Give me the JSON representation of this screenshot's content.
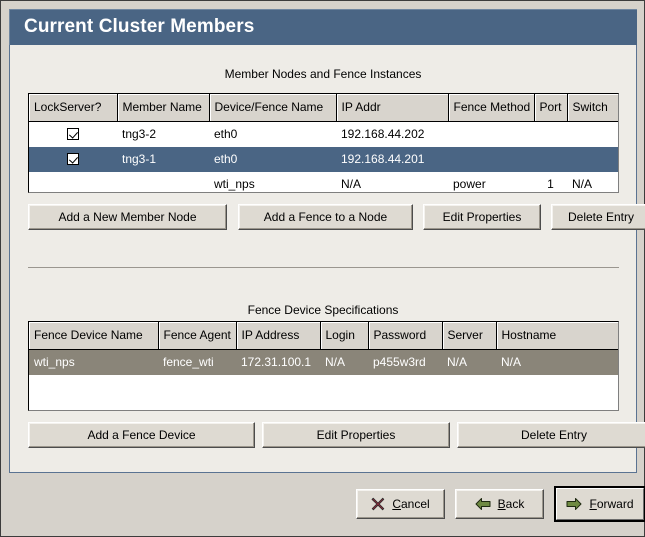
{
  "window": {
    "title": "Current Cluster Members"
  },
  "colors": {
    "titlebar": "#4a6584",
    "panel": "#eeece7",
    "selection_blue": "#4a6584",
    "selection_gray": "#8a8579",
    "button_face": "#dedad2",
    "arrow_green": "#6f8a42",
    "cancel_red": "#8d2b3c"
  },
  "member_section": {
    "caption": "Member Nodes and Fence Instances",
    "columns": [
      "LockServer?",
      "Member Name",
      "Device/Fence Name",
      "IP Addr",
      "Fence Method",
      "Port",
      "Switch"
    ],
    "rows": [
      {
        "selected": false,
        "lockserver_checked": true,
        "member_name": "tng3-2",
        "device_fence_name": "eth0",
        "ip_addr": "192.168.44.202",
        "fence_method": "",
        "port": "",
        "switch": ""
      },
      {
        "selected": true,
        "lockserver_checked": true,
        "member_name": "tng3-1",
        "device_fence_name": "eth0",
        "ip_addr": "192.168.44.201",
        "fence_method": "",
        "port": "",
        "switch": ""
      },
      {
        "selected": false,
        "lockserver_checked": false,
        "member_name": "",
        "device_fence_name": "wti_nps",
        "ip_addr": "N/A",
        "fence_method": "power",
        "port": "1",
        "switch": "N/A"
      }
    ],
    "buttons": {
      "add_member": "Add a New Member Node",
      "add_fence": "Add a Fence to a Node",
      "edit_properties": "Edit Properties",
      "delete_entry": "Delete Entry"
    }
  },
  "fence_section": {
    "caption": "Fence Device Specifications",
    "columns": [
      "Fence Device Name",
      "Fence Agent",
      "IP Address",
      "Login",
      "Password",
      "Server",
      "Hostname"
    ],
    "rows": [
      {
        "selected": true,
        "fence_device_name": "wti_nps",
        "fence_agent": "fence_wti",
        "ip_address": "172.31.100.1",
        "login": "N/A",
        "password": "p455w3rd",
        "server": "N/A",
        "hostname": "N/A"
      }
    ],
    "buttons": {
      "add_device": "Add a Fence Device",
      "edit_properties": "Edit Properties",
      "delete_entry": "Delete Entry"
    }
  },
  "navigation": {
    "cancel": {
      "pre": "",
      "mnemonic": "C",
      "post": "ancel",
      "icon": "cancel-x-icon"
    },
    "back": {
      "pre": "",
      "mnemonic": "B",
      "post": "ack",
      "icon": "arrow-left-icon"
    },
    "forward": {
      "pre": "",
      "mnemonic": "F",
      "post": "orward",
      "icon": "arrow-right-icon",
      "default": true
    }
  }
}
